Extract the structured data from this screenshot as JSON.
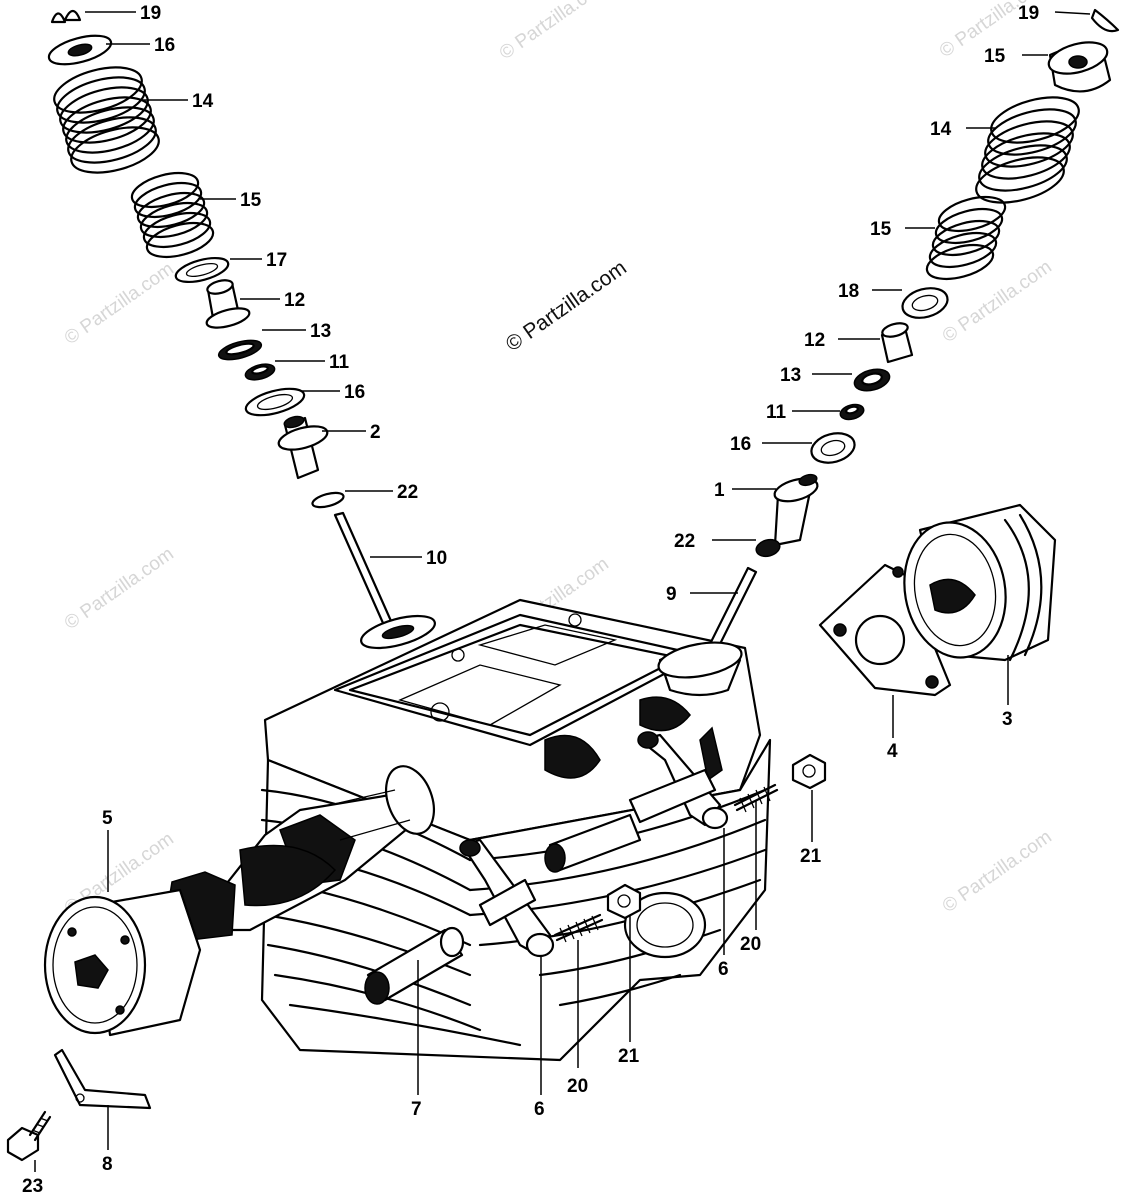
{
  "watermark": {
    "text": "© Partzilla.com"
  },
  "callouts": {
    "left_valve_stack": [
      "19",
      "16",
      "14",
      "15",
      "17",
      "12",
      "13",
      "11",
      "16",
      "2",
      "22",
      "10"
    ],
    "right_valve_stack": [
      "19",
      "15",
      "14",
      "15",
      "18",
      "12",
      "13",
      "11",
      "16",
      "1",
      "22",
      "9"
    ],
    "breather": [
      "3",
      "4"
    ],
    "bottom": [
      "5",
      "21",
      "6",
      "20",
      "21",
      "20",
      "6",
      "7",
      "8",
      "23"
    ]
  }
}
